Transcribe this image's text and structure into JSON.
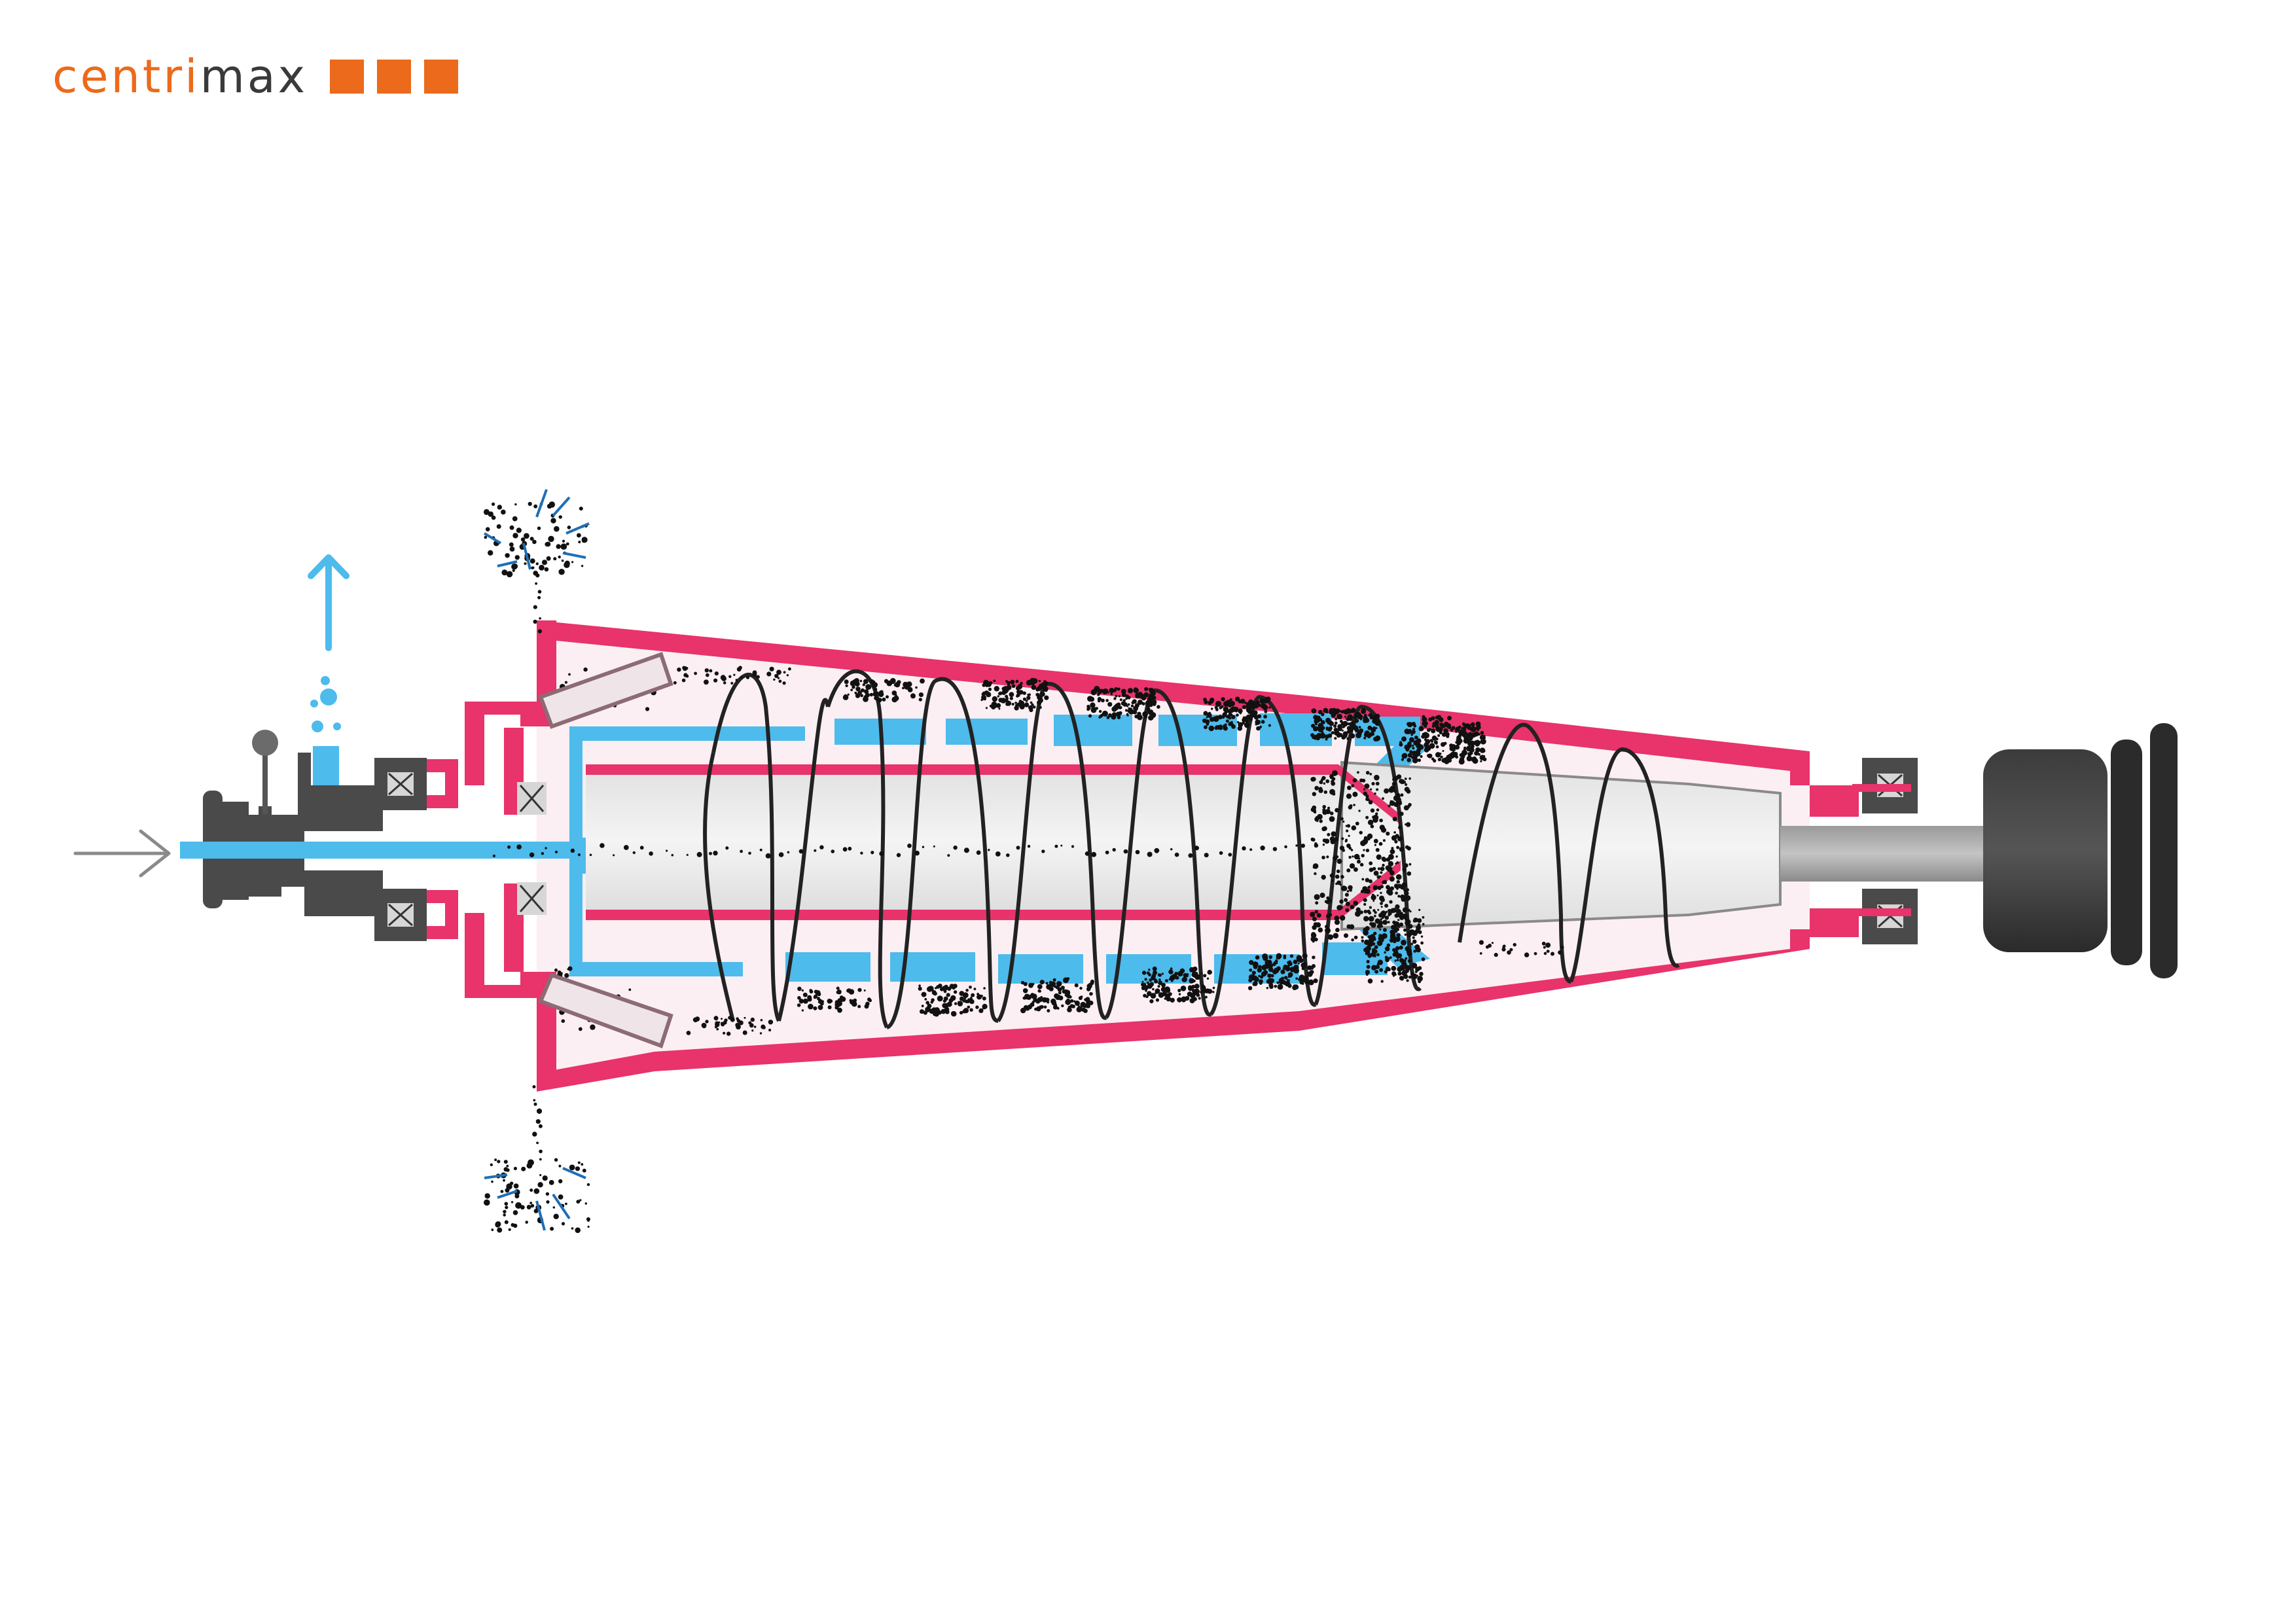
{
  "logo": {
    "part1": "centri",
    "part2": "max",
    "square_count": 3
  },
  "colors": {
    "brand_orange": "#ec6a1b",
    "brand_dark": "#3a3a3a",
    "housing": "#e8336b",
    "liquid": "#4dbbec",
    "core_gray": "#cfcfcf",
    "metal_dark": "#4a4a4a",
    "drive_black": "#2b2b2b",
    "particles": "#111111",
    "splash": "#1f6fb5"
  },
  "icons": {
    "feed_arrow": "right-arrow-icon",
    "liquid_arrow": "up-arrow-icon",
    "bearing": "bearing-x-icon"
  }
}
